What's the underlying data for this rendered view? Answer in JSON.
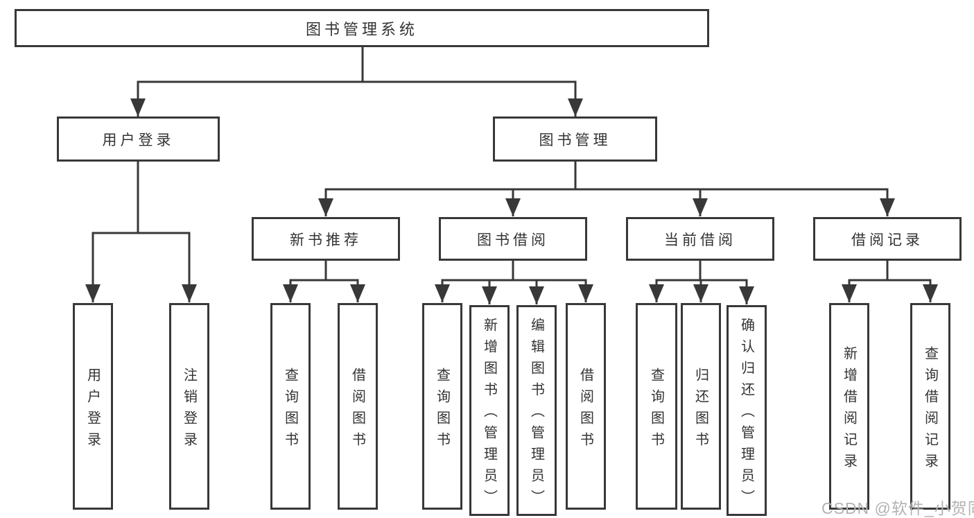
{
  "diagram": {
    "root": {
      "label": "图书管理系统"
    },
    "level2": [
      {
        "label": "用户登录"
      },
      {
        "label": "图书管理"
      }
    ],
    "level3": [
      {
        "label": "新书推荐"
      },
      {
        "label": "图书借阅"
      },
      {
        "label": "当前借阅"
      },
      {
        "label": "借阅记录"
      }
    ],
    "leaves": {
      "user": [
        "用户登录",
        "注销登录"
      ],
      "recommend": [
        "查询图书",
        "借阅图书"
      ],
      "borrow": [
        "查询图书",
        "新增图书（管理员）",
        "编辑图书（管理员）",
        "借阅图书"
      ],
      "current": [
        "查询图书",
        "归还图书",
        "确认归还（管理员）"
      ],
      "records": [
        "新增借阅记录",
        "查询借阅记录"
      ]
    }
  },
  "watermark": "CSDN @软件_小贺同学",
  "colors": {
    "line": "#383838",
    "box_border": "#383838",
    "text": "#333333",
    "watermark": "#b2b2b2",
    "background": "#ffffff"
  }
}
